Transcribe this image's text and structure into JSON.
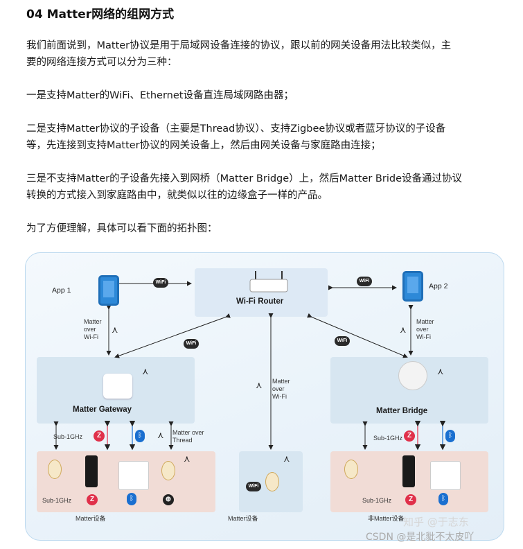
{
  "heading": "04 Matter网络的组网方式",
  "paragraphs": {
    "p1_line1": "我们前面说到，Matter协议是用于局域网设备连接的协议，跟以前的网关设备用法比较类似，主",
    "p1_line2": "要的网络连接方式可以分为三种：",
    "p2": "一是支持Matter的WiFi、Ethernet设备直连局域网路由器；",
    "p3_line1": "二是支持Matter协议的子设备（主要是Thread协议）、支持Zigbee协议或者蓝牙协议的子设备",
    "p3_line2": "等，先连接到支持Matter协议的网关设备上，然后由网关设备与家庭路由连接；",
    "p4_line1": "三是不支持Matter的子设备先接入到网桥（Matter Bridge）上，然后Matter Bride设备通过协议",
    "p4_line2": "转换的方式接入到家庭路由中，就类似以往的边缘盒子一样的产品。",
    "p5": "为了方便理解，具体可以看下面的拓扑图："
  },
  "diagram": {
    "app1": "App 1",
    "app2": "App 2",
    "router": "Wi-Fi Router",
    "gateway": "Matter Gateway",
    "bridge": "Matter Bridge",
    "matter_over_wifi": "Matter\nover\nWi-Fi",
    "matter_over_thread": "Matter over\nThread",
    "sub1ghz": "Sub-1GHz",
    "wifi_badge": "WiFi",
    "zigbee_glyph": "Z",
    "bluetooth_glyph": "ᛒ",
    "thread_glyph": "⊕",
    "matter_glyph": "⋏",
    "left_caption": "Matter设备",
    "mid_caption": "Matter设备",
    "right_caption": "非Matter设备"
  },
  "watermarks": {
    "zhihu": "知乎 @于志东",
    "csdn": "CSDN @是北豼不太皮吖"
  },
  "colors": {
    "phone": "#2d89d8",
    "zigbee": "#e0304a",
    "bluetooth": "#1a6fd0"
  }
}
